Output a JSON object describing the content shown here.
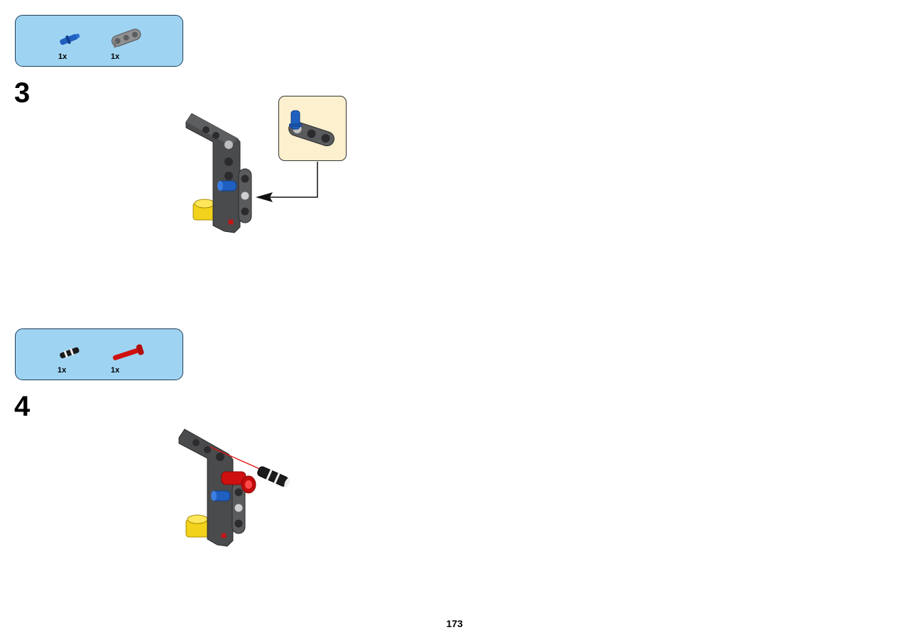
{
  "steps": [
    {
      "number": "3",
      "parts": [
        {
          "name": "blue-pin-with-stop",
          "qty": "1x"
        },
        {
          "name": "gray-beam-1x3",
          "qty": "1x"
        }
      ]
    },
    {
      "number": "4",
      "parts": [
        {
          "name": "black-friction-pin",
          "qty": "1x"
        },
        {
          "name": "red-axle-pin",
          "qty": "1x"
        }
      ]
    }
  ],
  "page": {
    "number": "173"
  },
  "colors": {
    "parts_box_bg": "#9fd3f2",
    "callout_bg": "#fdf0cf",
    "beam_gray": "#4a4b4d",
    "pin_blue": "#1f5fbf",
    "pin_red": "#d01010",
    "connector_yellow": "#f2d21a"
  },
  "icons": [
    "blue-pin-icon",
    "gray-beam-icon",
    "black-pin-icon",
    "red-axle-pin-icon",
    "arrow-icon"
  ]
}
